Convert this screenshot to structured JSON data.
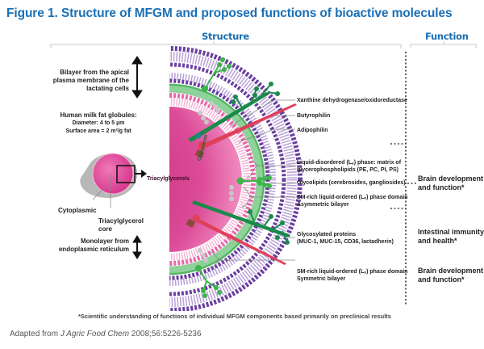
{
  "title": "Figure 1. Structure of MFGM and proposed functions of bioactive molecules",
  "headers": {
    "structure": "Structure",
    "function": "Function"
  },
  "left_labels": {
    "bilayer": [
      "Bilayer from the apical",
      "plasma membrane of the",
      "lactating cells"
    ],
    "globules_title": "Human milk fat globules:",
    "globules_diameter": "Diameter: 4 to 5 µm",
    "globules_surface": "Surface area = 2 m²/g fat",
    "cytoplasmic": "Cytoplasmic",
    "core": [
      "Triacylglycerol",
      "core"
    ],
    "monolayer": [
      "Monolayer from",
      "endoplasmic reticulum"
    ]
  },
  "inner_labels": {
    "triacylglycerols": "Triacylglycerols",
    "cytoplasm": "Cytoplasm"
  },
  "component_labels": [
    {
      "id": "xanthine",
      "lines": [
        "Xanthine dehydrogenase/oxidoreductase"
      ]
    },
    {
      "id": "butyrophilin",
      "lines": [
        "Butyrophilin"
      ]
    },
    {
      "id": "adipophilin",
      "lines": [
        "Adipophilin"
      ]
    },
    {
      "id": "liquid-disordered",
      "lines": [
        "Liquid-disordered (Lₐ) phase: matrix of",
        "glycerophospholipids (PE, PC, PI, PS)"
      ]
    },
    {
      "id": "glycolipids",
      "lines": [
        "Glycolipids (cerebrosides, gangliosides)"
      ]
    },
    {
      "id": "sm-asymmetric",
      "lines": [
        "SM-rich liquid-ordered (Lₒ) phase domain",
        "Asymmetric bilayer"
      ]
    },
    {
      "id": "glycosylated",
      "lines": [
        "Glycosylated proteins",
        "(MUC-1, MUC-15, CD36, lactadherin)"
      ]
    },
    {
      "id": "sm-symmetric",
      "lines": [
        "SM-rich liquid-ordered (Lₒ) phase domain",
        "Symmetric bilayer"
      ]
    }
  ],
  "functions": [
    {
      "id": "brain-1",
      "lines": [
        "Brain development",
        "and function*"
      ]
    },
    {
      "id": "intestinal",
      "lines": [
        "Intestinal immunity",
        "and health*"
      ]
    },
    {
      "id": "brain-2",
      "lines": [
        "Brain development",
        "and function*"
      ]
    }
  ],
  "footnote": "*Scientific understanding of functions of individual MFGM components based primarily on preclinical results",
  "citation": {
    "prefix": "Adapted from ",
    "journal": "J Agric Food Chem",
    "ref": " 2008;56:5226-5236"
  },
  "colors": {
    "title_blue": "#1a6fb5",
    "core_pink": "#d63a8c",
    "membrane_purple": "#6a3fa0",
    "cytoplasm_green": "#8fd19a",
    "protein_green": "#1a8a4a",
    "glycan_green": "#3cb54a",
    "butyrophilin_red": "#e0405a"
  }
}
